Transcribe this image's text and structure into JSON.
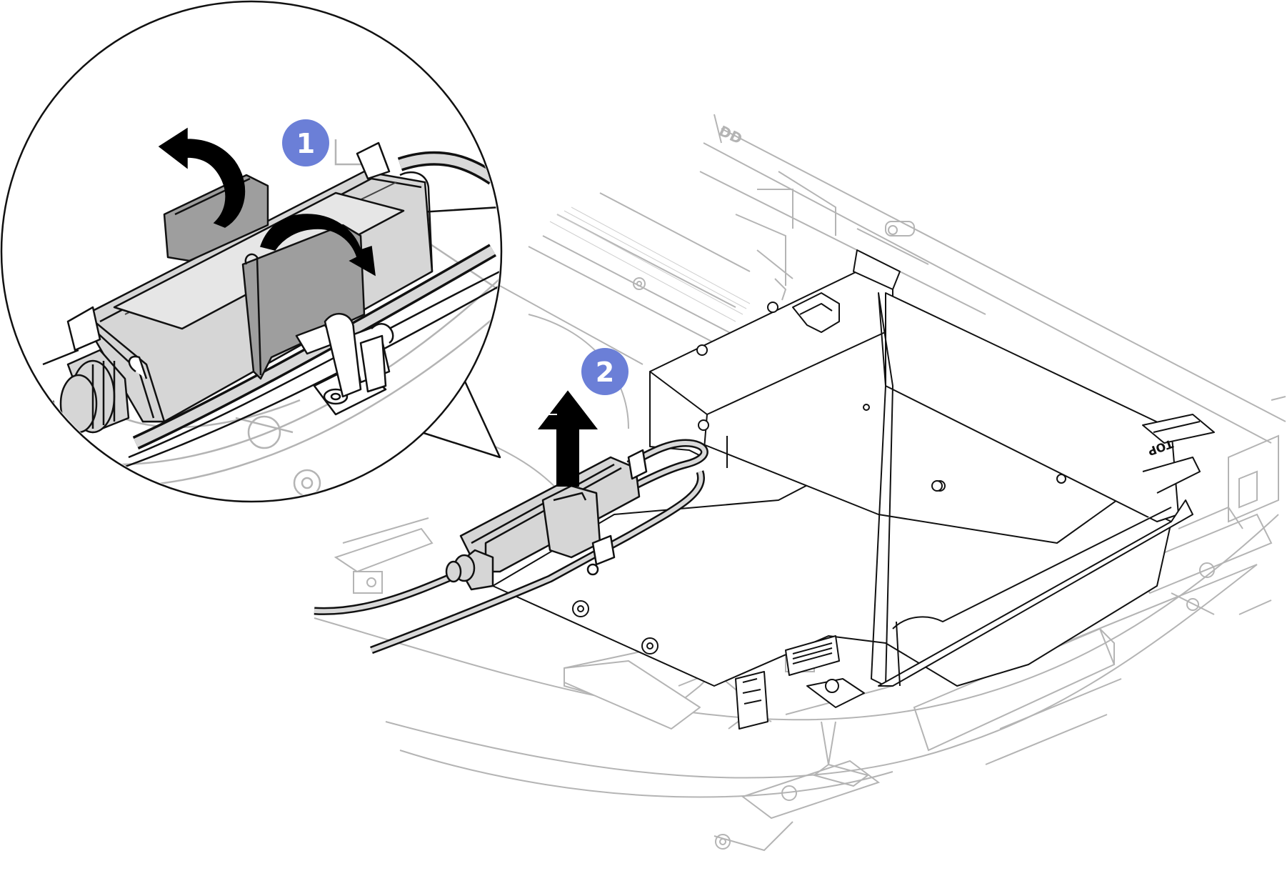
{
  "steps": [
    {
      "number": "1"
    },
    {
      "number": "2"
    }
  ],
  "labels": {
    "drive_bay_mark": "DD",
    "top_mark": "TOP"
  },
  "colors": {
    "step_badge": "#6B7FD7",
    "line_dark": "#111111",
    "line_light": "#b4b4b4",
    "component_fill": "#d6d6d6",
    "clip_fill": "#9e9e9e",
    "arrow": "#000000"
  },
  "icons": {
    "rotate_arrow": "curved-arrow-icon",
    "lift_arrow": "up-arrow-icon"
  }
}
